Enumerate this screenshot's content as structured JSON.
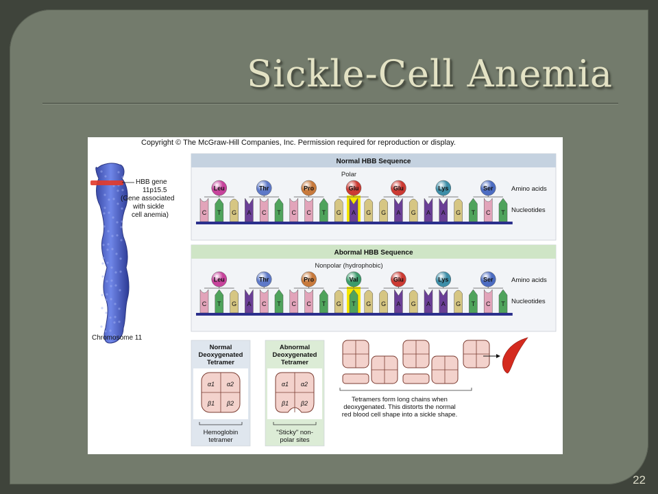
{
  "slide": {
    "title": "Sickle-Cell Anemia",
    "number": "22"
  },
  "figure": {
    "copyright": "Copyright © The McGraw-Hill Companies, Inc. Permission required for reproduction or display.",
    "chromosome": {
      "gene_lines": [
        "HBB gene",
        "11p15.5",
        "(Gene associated",
        "with sickle",
        "cell anemia)"
      ],
      "label": "Chromosome 11"
    },
    "normal": {
      "header": "Normal HBB Sequence",
      "annotation": "Polar",
      "amino_acids": [
        "Leu",
        "Thr",
        "Pro",
        "Glu",
        "Glu",
        "Lys",
        "Ser"
      ],
      "nucleotides": [
        "C",
        "T",
        "G",
        "A",
        "C",
        "T",
        "C",
        "C",
        "T",
        "G",
        "A",
        "G",
        "G",
        "A",
        "G",
        "A",
        "A",
        "G",
        "T",
        "C",
        "T"
      ],
      "highlight_index": 10
    },
    "abnormal": {
      "header": "Abormal HBB Sequence",
      "annotation": "Nonpolar (hydrophobic)",
      "amino_acids": [
        "Leu",
        "Thr",
        "Pro",
        "Val",
        "Glu",
        "Lys",
        "Ser"
      ],
      "nucleotides": [
        "C",
        "T",
        "G",
        "A",
        "C",
        "T",
        "C",
        "C",
        "T",
        "G",
        "T",
        "G",
        "G",
        "A",
        "G",
        "A",
        "A",
        "G",
        "T",
        "C",
        "T"
      ],
      "highlight_index": 10
    },
    "row_labels": {
      "amino": "Amino acids",
      "nucleo": "Nucleotides"
    },
    "normal_tetramer": {
      "title_lines": [
        "Normal",
        "Deoxygenated",
        "Tetramer"
      ],
      "subunits": [
        "α1",
        "α2",
        "β1",
        "β2"
      ],
      "caption_lines": [
        "Hemoglobin",
        "tetramer"
      ]
    },
    "abnormal_tetramer": {
      "title_lines": [
        "Abnormal",
        "Deoxygenated",
        "Tetramer"
      ],
      "subunits": [
        "α1",
        "α2",
        "β1",
        "β2"
      ],
      "caption_lines": [
        "\"Sticky\" non-",
        "polar sites"
      ]
    },
    "chain_caption": [
      "Tetramers form long chains when",
      "deoxygenated. This distorts the normal",
      "red blood cell shape into a sickle shape."
    ]
  },
  "colors": {
    "slide_bg": "#737b6c",
    "title": "#e3e2c4",
    "normal_header": "#c5d2e0",
    "abnormal_header": "#cfe5c6",
    "highlight": "#f4e600",
    "backbone": "#2b2f8c",
    "amino": {
      "Leu": "#c7439c",
      "Thr": "#5e79c8",
      "Pro": "#c87a3c",
      "Glu": "#cc3a33",
      "Val": "#3c9b6c",
      "Lys": "#3d8ea8",
      "Ser": "#4c6cc2"
    },
    "nucleotide": {
      "C": "#e2a4ba",
      "T": "#4fa35c",
      "G": "#d6c683",
      "A": "#6a3f96"
    }
  }
}
